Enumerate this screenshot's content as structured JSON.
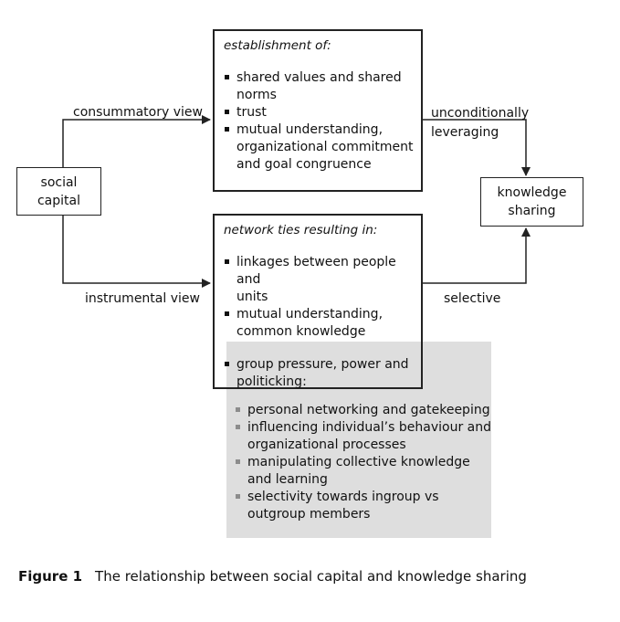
{
  "nodes": {
    "social_capital": "social\ncapital",
    "knowledge_sharing": "knowledge\nsharing",
    "top_box": {
      "title": "establishment of:",
      "items": [
        "shared values and shared\nnorms",
        "trust",
        "mutual understanding,\norganizational commitment\nand goal congruence"
      ]
    },
    "bottom_box": {
      "title": "network ties resulting in:",
      "items": [
        "linkages between people and\nunits",
        "mutual understanding,\ncommon knowledge",
        "group pressure, power and\npoliticking:"
      ]
    },
    "grey_items": [
      "personal networking and gatekeeping",
      "influencing individual’s behaviour and\norganizational processes",
      "manipulating collective knowledge\nand learning",
      "selectivity towards ingroup vs\noutgroup members"
    ]
  },
  "edges": {
    "consummatory": "consummatory view",
    "instrumental": "instrumental view",
    "unconditionally": "unconditionally\nleveraging",
    "selective": "selective"
  },
  "caption": {
    "label": "Figure 1",
    "text": "The relationship between social capital and knowledge sharing"
  }
}
